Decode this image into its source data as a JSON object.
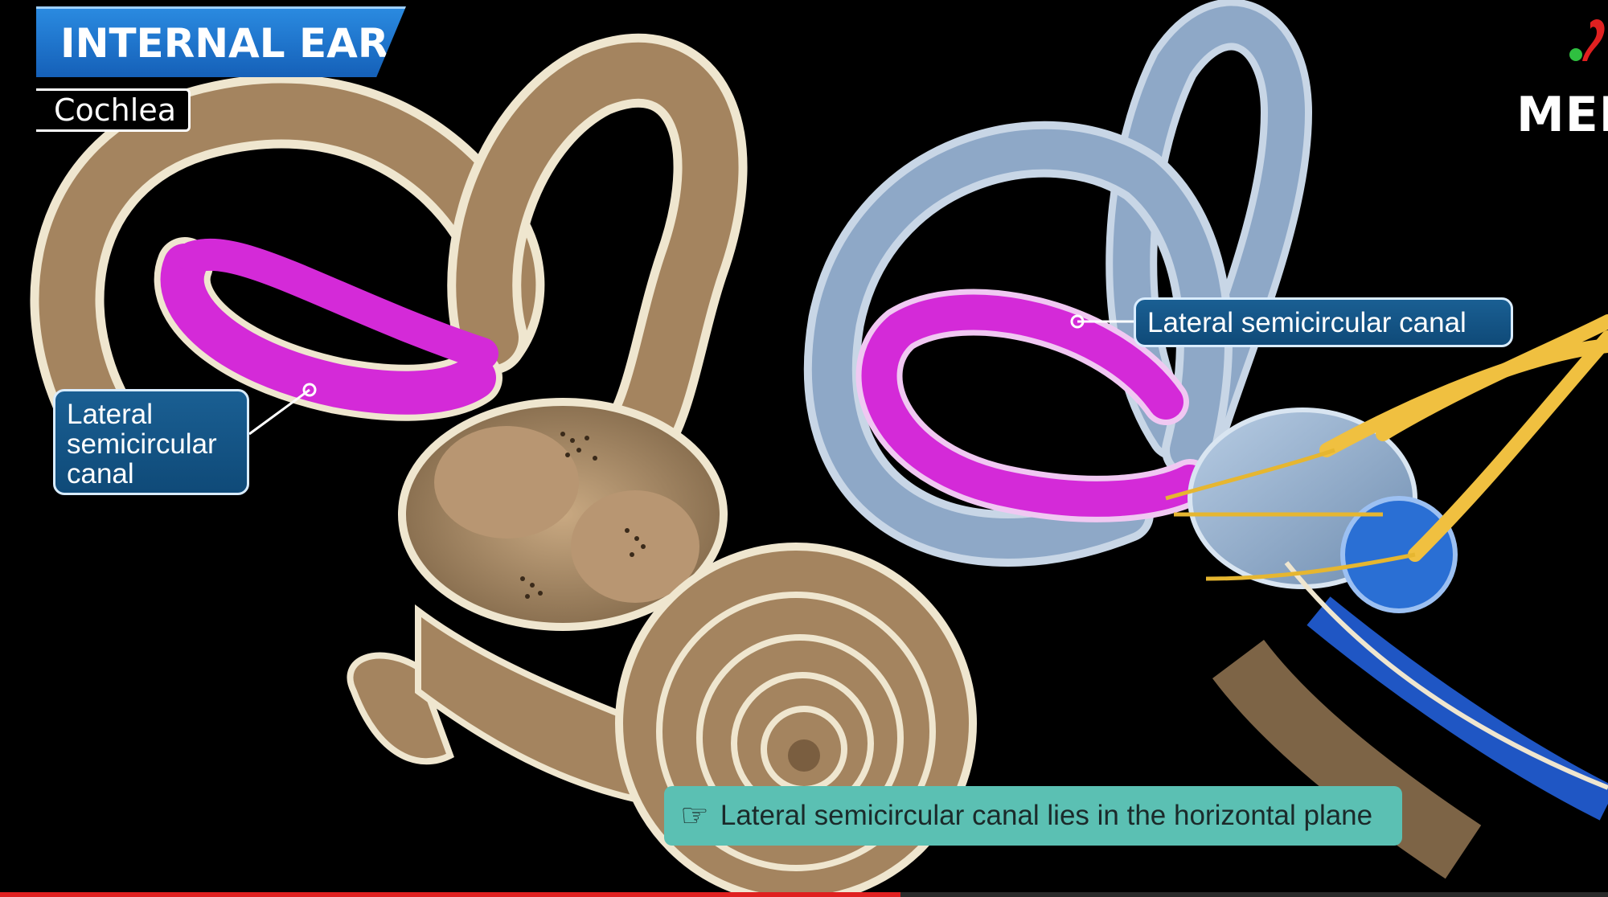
{
  "header": {
    "title": "INTERNAL EAR",
    "subtitle": "Cochlea"
  },
  "labels": {
    "left": [
      "Lateral",
      "semicircular",
      "canal"
    ],
    "right": "Lateral semicircular canal"
  },
  "caption": {
    "text": "Lateral semicircular canal lies in the horizontal plane",
    "icon": "pointing-hand-icon"
  },
  "logo": {
    "text": "MED"
  },
  "colors": {
    "bone": "#b08e68",
    "bone_rim": "#efe6cf",
    "membranous": "#9fb9d6",
    "highlight": "#d42ad8",
    "nerve": "#f0c040",
    "label_bg": "#15588b",
    "caption_bg": "#5bc0b3",
    "title_bg": "#1d72cc"
  }
}
